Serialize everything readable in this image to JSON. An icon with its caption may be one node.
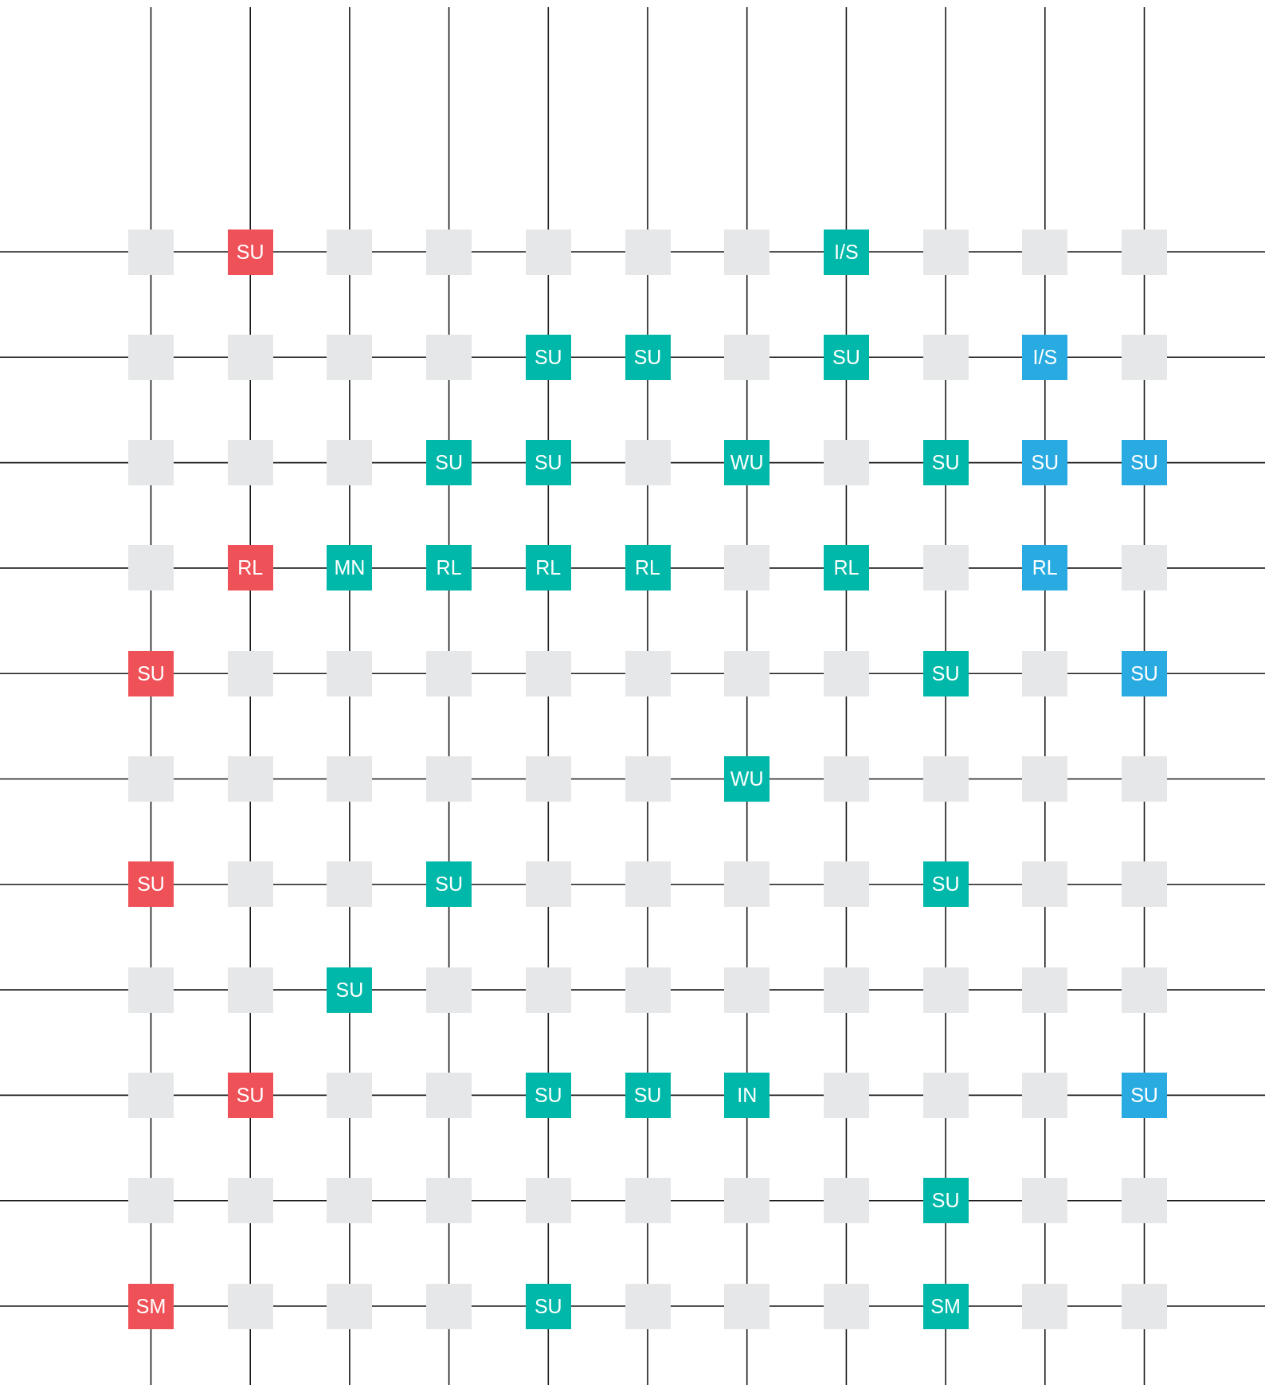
{
  "diagram": {
    "nodes": [
      {
        "text": [],
        "shape": "box"
      },
      {
        "text": [
          "SU"
        ]
      },
      {
        "text": [],
        "shape": "box"
      },
      {
        "text": [],
        "shape": "box"
      },
      {
        "text": [],
        "shape": "box"
      },
      {
        "text": [],
        "shape": "box"
      },
      {
        "text": [],
        "shape": "box"
      },
      {
        "text": [
          "I/S"
        ]
      },
      {
        "text": [],
        "shape": "box"
      },
      {
        "text": [],
        "shape": "box"
      },
      {
        "text": [],
        "shape": "box"
      },
      {
        "text": [],
        "shape": "box"
      },
      {
        "text": [],
        "shape": "box"
      },
      {
        "text": [],
        "shape": "box"
      },
      {
        "text": [],
        "shape": "box"
      },
      {
        "text": [
          "SU"
        ]
      },
      {
        "text": [
          "SU"
        ]
      },
      {
        "text": [],
        "shape": "box"
      },
      {
        "text": [
          "SU"
        ]
      },
      {
        "text": [],
        "shape": "box"
      },
      {
        "text": [
          "I/S"
        ]
      },
      {
        "text": [],
        "shape": "box"
      },
      {
        "text": [],
        "shape": "box"
      },
      {
        "text": [],
        "shape": "box"
      },
      {
        "text": [],
        "shape": "box"
      },
      {
        "text": [
          "SU"
        ]
      },
      {
        "text": [
          "SU"
        ]
      },
      {
        "text": [],
        "shape": "box"
      },
      {
        "text": [
          "WU"
        ]
      },
      {
        "text": [],
        "shape": "box"
      },
      {
        "text": [
          "SU"
        ]
      },
      {
        "text": [
          "SU"
        ]
      },
      {
        "text": [
          "SU"
        ]
      },
      {
        "text": [],
        "shape": "box"
      },
      {
        "text": [
          "RL"
        ]
      },
      {
        "text": [
          "MN"
        ]
      },
      {
        "text": [
          "RL"
        ]
      },
      {
        "text": [
          "RL"
        ]
      },
      {
        "text": [
          "RL"
        ]
      },
      {
        "text": [],
        "shape": "box"
      },
      {
        "text": [
          "RL"
        ]
      },
      {
        "text": [],
        "shape": "box"
      },
      {
        "text": [
          "RL"
        ]
      },
      {
        "text": [],
        "shape": "box"
      },
      {
        "text": [
          "SU"
        ]
      },
      {
        "text": [],
        "shape": "box"
      },
      {
        "text": [],
        "shape": "box"
      },
      {
        "text": [],
        "shape": "box"
      },
      {
        "text": [],
        "shape": "box"
      },
      {
        "text": [],
        "shape": "box"
      },
      {
        "text": [],
        "shape": "box"
      },
      {
        "text": [],
        "shape": "box"
      },
      {
        "text": [
          "SU"
        ]
      },
      {
        "text": [],
        "shape": "box"
      },
      {
        "text": [
          "SU"
        ]
      },
      {
        "text": [],
        "shape": "box"
      },
      {
        "text": [],
        "shape": "box"
      },
      {
        "text": [],
        "shape": "box"
      },
      {
        "text": [],
        "shape": "box"
      },
      {
        "text": [],
        "shape": "box"
      },
      {
        "text": [],
        "shape": "box"
      },
      {
        "text": [
          "WU"
        ]
      },
      {
        "text": [],
        "shape": "box"
      },
      {
        "text": [],
        "shape": "box"
      },
      {
        "text": [],
        "shape": "box"
      },
      {
        "text": [],
        "shape": "box"
      },
      {
        "text": [
          "SU"
        ]
      },
      {
        "text": [],
        "shape": "box"
      },
      {
        "text": [],
        "shape": "box"
      },
      {
        "text": [
          "SU"
        ]
      },
      {
        "text": [],
        "shape": "box"
      },
      {
        "text": [],
        "shape": "box"
      },
      {
        "text": [],
        "shape": "box"
      },
      {
        "text": [],
        "shape": "box"
      },
      {
        "text": [
          "SU"
        ]
      },
      {
        "text": [],
        "shape": "box"
      },
      {
        "text": [],
        "shape": "box"
      },
      {
        "text": [],
        "shape": "box"
      },
      {
        "text": [],
        "shape": "box"
      },
      {
        "text": [
          "SU"
        ]
      },
      {
        "text": [],
        "shape": "box"
      },
      {
        "text": [],
        "shape": "box"
      },
      {
        "text": [],
        "shape": "box"
      },
      {
        "text": [],
        "shape": "box"
      },
      {
        "text": [],
        "shape": "box"
      },
      {
        "text": [],
        "shape": "box"
      },
      {
        "text": [],
        "shape": "box"
      },
      {
        "text": [],
        "shape": "box"
      },
      {
        "text": [],
        "shape": "box"
      },
      {
        "text": [
          "SU"
        ]
      },
      {
        "text": [],
        "shape": "box"
      },
      {
        "text": [],
        "shape": "box"
      },
      {
        "text": [
          "SU"
        ]
      },
      {
        "text": [
          "SU"
        ]
      },
      {
        "text": [
          "IN"
        ]
      },
      {
        "text": [],
        "shape": "box"
      },
      {
        "text": [],
        "shape": "box"
      },
      {
        "text": [],
        "shape": "box"
      },
      {
        "text": [
          "SU"
        ]
      },
      {
        "text": [],
        "shape": "box"
      },
      {
        "text": [],
        "shape": "box"
      },
      {
        "text": [],
        "shape": "box"
      },
      {
        "text": [],
        "shape": "box"
      },
      {
        "text": [],
        "shape": "box"
      },
      {
        "text": [],
        "shape": "box"
      },
      {
        "text": [],
        "shape": "box"
      },
      {
        "text": [],
        "shape": "box"
      },
      {
        "text": [
          "SU"
        ]
      },
      {
        "text": [],
        "shape": "box"
      },
      {
        "text": [],
        "shape": "box"
      },
      {
        "text": [
          "SM"
        ]
      },
      {
        "text": [],
        "shape": "box"
      },
      {
        "text": [],
        "shape": "box"
      },
      {
        "text": [],
        "shape": "box"
      },
      {
        "text": [
          "SU"
        ]
      },
      {
        "text": [],
        "shape": "box"
      },
      {
        "text": [],
        "shape": "box"
      },
      {
        "text": [],
        "shape": "box"
      },
      {
        "text": [
          "SM"
        ]
      },
      {
        "text": [],
        "shape": "box"
      },
      {
        "text": [],
        "shape": "box"
      }
    ]
  }
}
